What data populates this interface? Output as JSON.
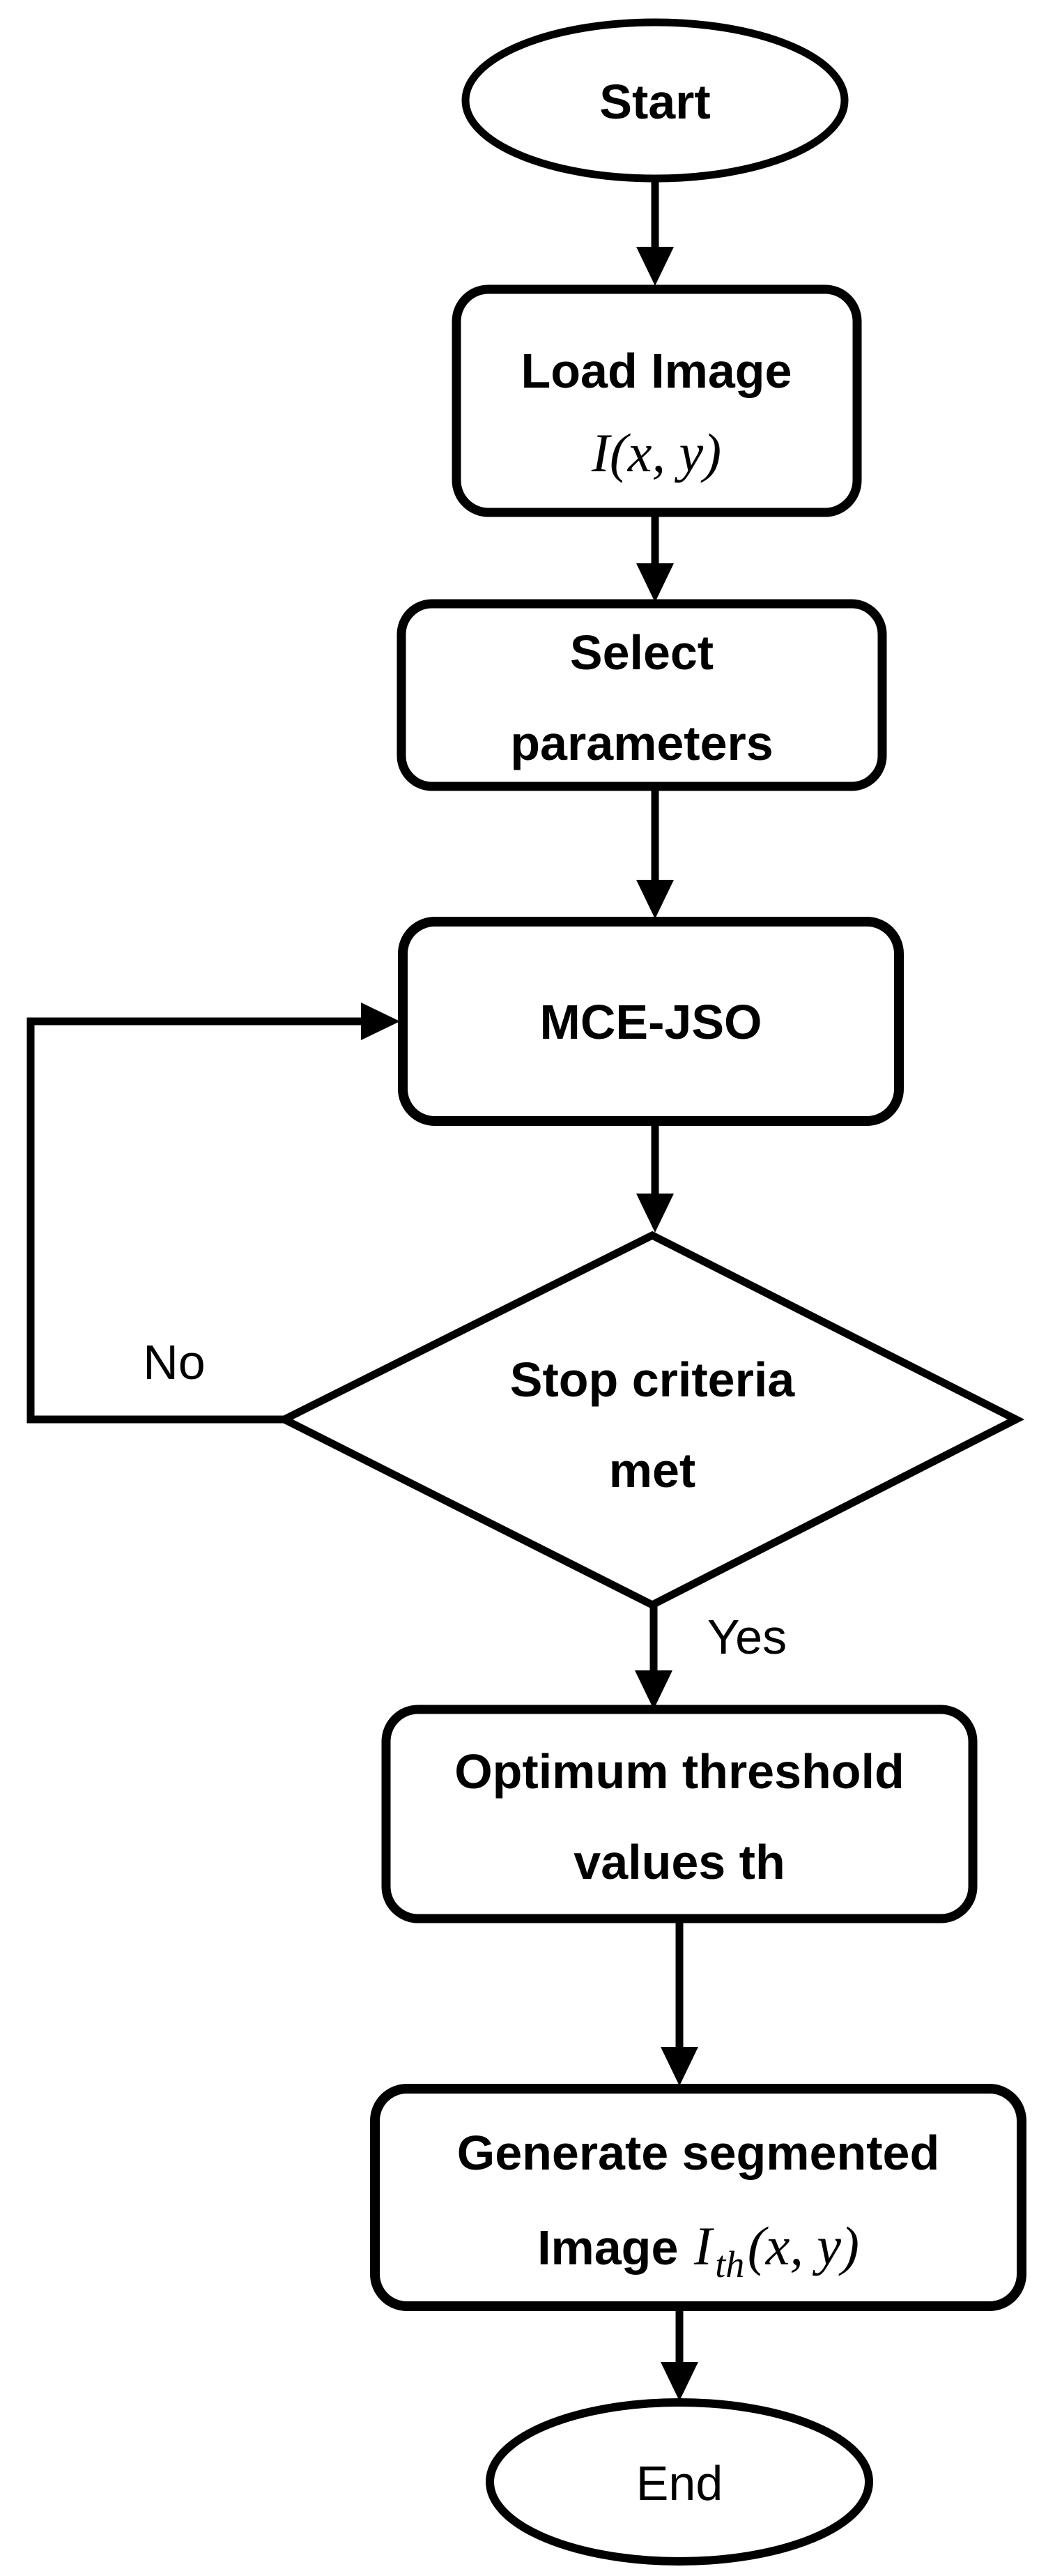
{
  "flowchart": {
    "colors": {
      "background": "#ffffff",
      "line": "#000000",
      "text": "#000000"
    },
    "nodes": {
      "start": {
        "shape": "terminator",
        "label": "Start"
      },
      "load_image": {
        "shape": "process",
        "line1": "Load Image",
        "math": "I(x, y)"
      },
      "select_parameters": {
        "shape": "process",
        "line1": "Select",
        "line2": "parameters"
      },
      "mce_jso": {
        "shape": "process",
        "label": "MCE-JSO"
      },
      "stop_criteria": {
        "shape": "decision",
        "line1": "Stop criteria",
        "line2": "met"
      },
      "optimum_threshold": {
        "shape": "process",
        "line1": "Optimum threshold",
        "line2": "values th"
      },
      "generate_segmented": {
        "shape": "process",
        "line1": "Generate segmented",
        "line2_word": "Image",
        "math_base": "I",
        "math_subscript": "th",
        "math_args": "(x, y)"
      },
      "end": {
        "shape": "terminator",
        "label": "End"
      }
    },
    "edge_labels": {
      "no": "No",
      "yes": "Yes"
    }
  }
}
